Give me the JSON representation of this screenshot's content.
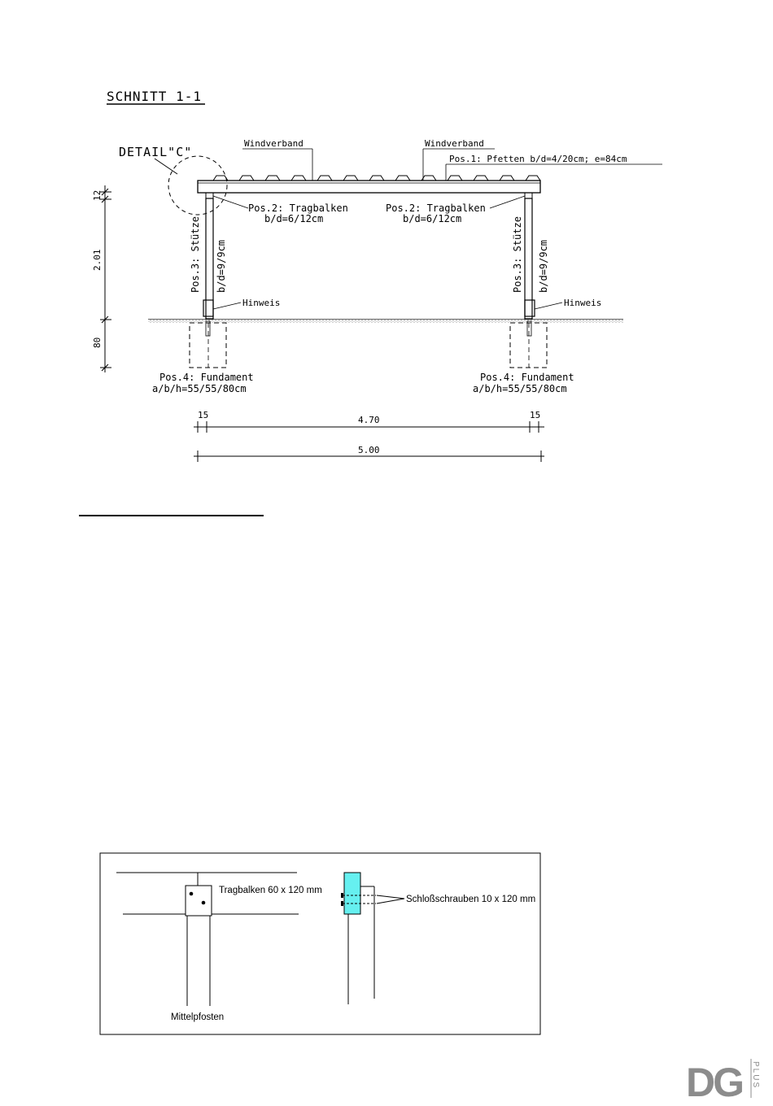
{
  "section": {
    "title": "SCHNITT  1-1",
    "detail_label": "DETAIL\"C\"",
    "windverband_left": "Windverband",
    "windverband_right": "Windverband",
    "pos1": "Pos.1: Pfetten b/d=4/20cm; e=84cm",
    "pos2_left_title": "Pos.2: Tragbalken",
    "pos2_left_dim": "b/d=6/12cm",
    "pos2_right_title": "Pos.2: Tragbalken",
    "pos2_right_dim": "b/d=6/12cm",
    "pos3_left_title": "Pos.3: Stütze",
    "pos3_left_dim": "b/d=9/9cm",
    "pos3_right_title": "Pos.3: Stütze",
    "pos3_right_dim": "b/d=9/9cm",
    "hinweis_left": "Hinweis",
    "hinweis_right": "Hinweis",
    "pos4_left_title": "Pos.4: Fundament",
    "pos4_left_dim": "a/b/h=55/55/80cm",
    "pos4_right_title": "Pos.4: Fundament",
    "pos4_right_dim": "a/b/h=55/55/80cm",
    "dims": {
      "height_beam": "12",
      "height_column": "2.01",
      "height_foundation": "80",
      "left_offset": "15",
      "inner_span": "4.70",
      "right_offset": "15",
      "total_span": "5.00"
    }
  },
  "detail": {
    "tragbalken_label": "Tragbalken 60 x 120 mm",
    "schrauben_label": "Schloßschrauben 10 x 120 mm",
    "mittelpfosten_label": "Mittelpfosten",
    "highlight_color": "#66f0f0"
  },
  "logo": {
    "letters": "DG",
    "side_text": "PLUS",
    "color": "#8c8c8c"
  }
}
